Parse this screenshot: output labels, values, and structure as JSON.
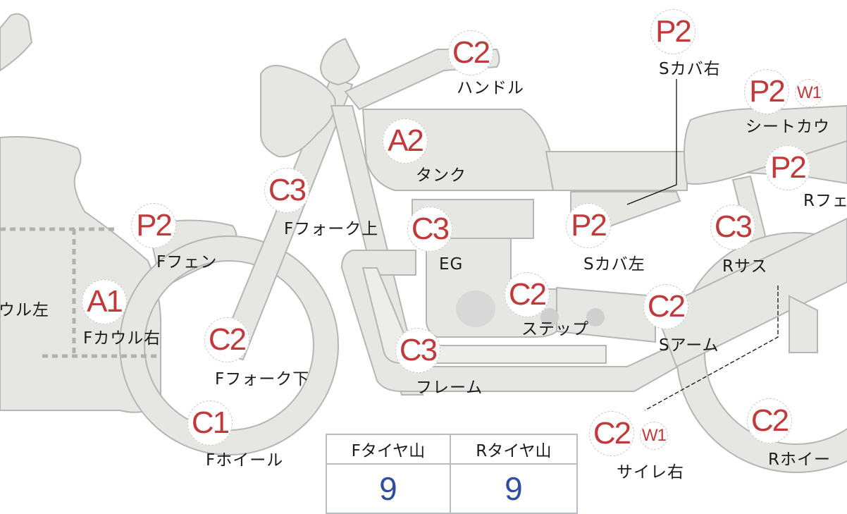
{
  "colors": {
    "marker_text": "#c0393b",
    "value_text": "#2e4d9e",
    "part_fill": "#e6e6e3",
    "part_stroke": "#b5b5b5"
  },
  "markers": [
    {
      "code": "C2",
      "label": "ハンドル"
    },
    {
      "code": "P2",
      "label": "Sカバ右"
    },
    {
      "code": "P2",
      "sub": "W1",
      "label": "シートカウ"
    },
    {
      "code": "A2",
      "label": "タンク"
    },
    {
      "code": "P2",
      "label": "Rフェ"
    },
    {
      "code": "C3",
      "label": "Fフォーク上"
    },
    {
      "code": "P2",
      "label": "Fフェン"
    },
    {
      "code": "C3",
      "label": "EG"
    },
    {
      "code": "P2",
      "label": "Sカバ左"
    },
    {
      "code": "C3",
      "label": "Rサス"
    },
    {
      "code": "A1",
      "label": "Fカウル右"
    },
    {
      "code": "C2",
      "label": "ステップ"
    },
    {
      "code": "C2",
      "label": "Sアーム"
    },
    {
      "code": "C2",
      "label": "Fフォーク下"
    },
    {
      "code": "C3",
      "label": "フレーム"
    },
    {
      "code": "C1",
      "label": "Fホイール"
    },
    {
      "code": "C2",
      "sub": "W1",
      "label": "サイレ右"
    },
    {
      "code": "C2",
      "label": "Rホイー"
    }
  ],
  "left_label": "ウル左",
  "tire_table": {
    "headers": [
      "Fタイヤ山",
      "Rタイヤ山"
    ],
    "values": [
      "9",
      "9"
    ]
  }
}
